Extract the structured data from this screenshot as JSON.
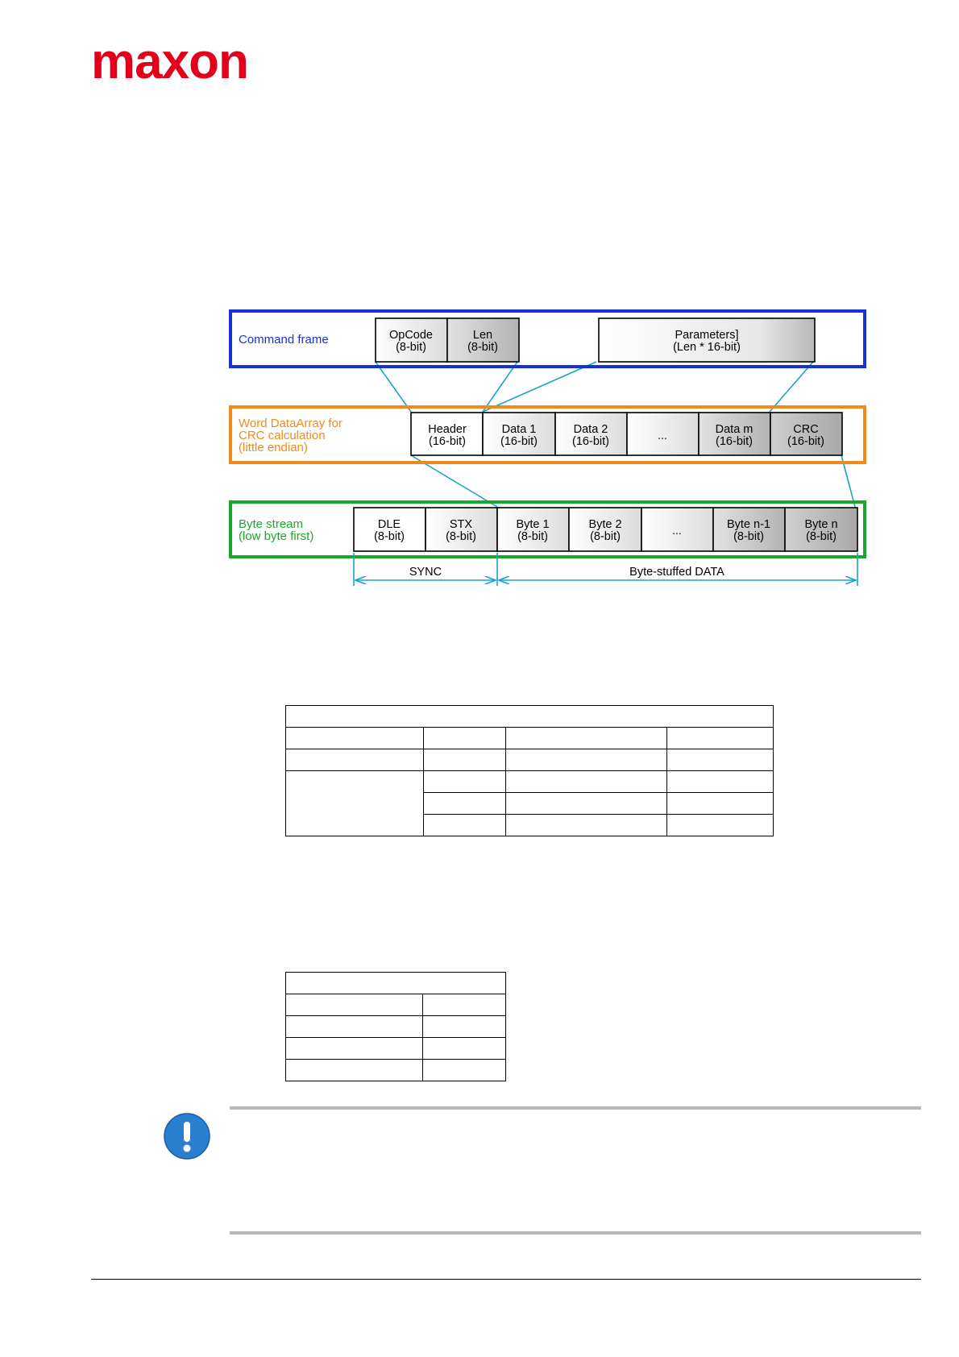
{
  "brand": {
    "logo_text": "maxon",
    "color": "#e2001a"
  },
  "colors": {
    "command_frame": "#1531d9",
    "word_array": "#f08a1c",
    "byte_stream": "#19a829",
    "connector": "#1aa3c9",
    "note_icon": "#2a7fd0"
  },
  "diagram": {
    "command_frame": {
      "label": "Command frame",
      "cells": [
        {
          "name": "OpCode",
          "size": "(8-bit)"
        },
        {
          "name": "Len",
          "size": "(8-bit)"
        },
        {
          "name": "Parameters]",
          "size": "(Len * 16-bit)"
        }
      ]
    },
    "word_array": {
      "label_lines": [
        "Word DataArray for",
        "CRC calculation",
        "(little endian)"
      ],
      "cells": [
        {
          "name": "Header",
          "size": "(16-bit)"
        },
        {
          "name": "Data 1",
          "size": "(16-bit)"
        },
        {
          "name": "Data 2",
          "size": "(16-bit)"
        },
        {
          "name": "...",
          "size": ""
        },
        {
          "name": "Data m",
          "size": "(16-bit)"
        },
        {
          "name": "CRC",
          "size": "(16-bit)"
        }
      ]
    },
    "byte_stream": {
      "label_lines": [
        "Byte stream",
        "(low byte first)"
      ],
      "cells": [
        {
          "name": "DLE",
          "size": "(8-bit)"
        },
        {
          "name": "STX",
          "size": "(8-bit)"
        },
        {
          "name": "Byte 1",
          "size": "(8-bit)"
        },
        {
          "name": "Byte 2",
          "size": "(8-bit)"
        },
        {
          "name": "...",
          "size": ""
        },
        {
          "name": "Byte n-1",
          "size": "(8-bit)"
        },
        {
          "name": "Byte n",
          "size": "(8-bit)"
        }
      ]
    },
    "dimensions": {
      "sync_label": "SYNC",
      "data_label": "Byte-stuffed DATA"
    }
  }
}
